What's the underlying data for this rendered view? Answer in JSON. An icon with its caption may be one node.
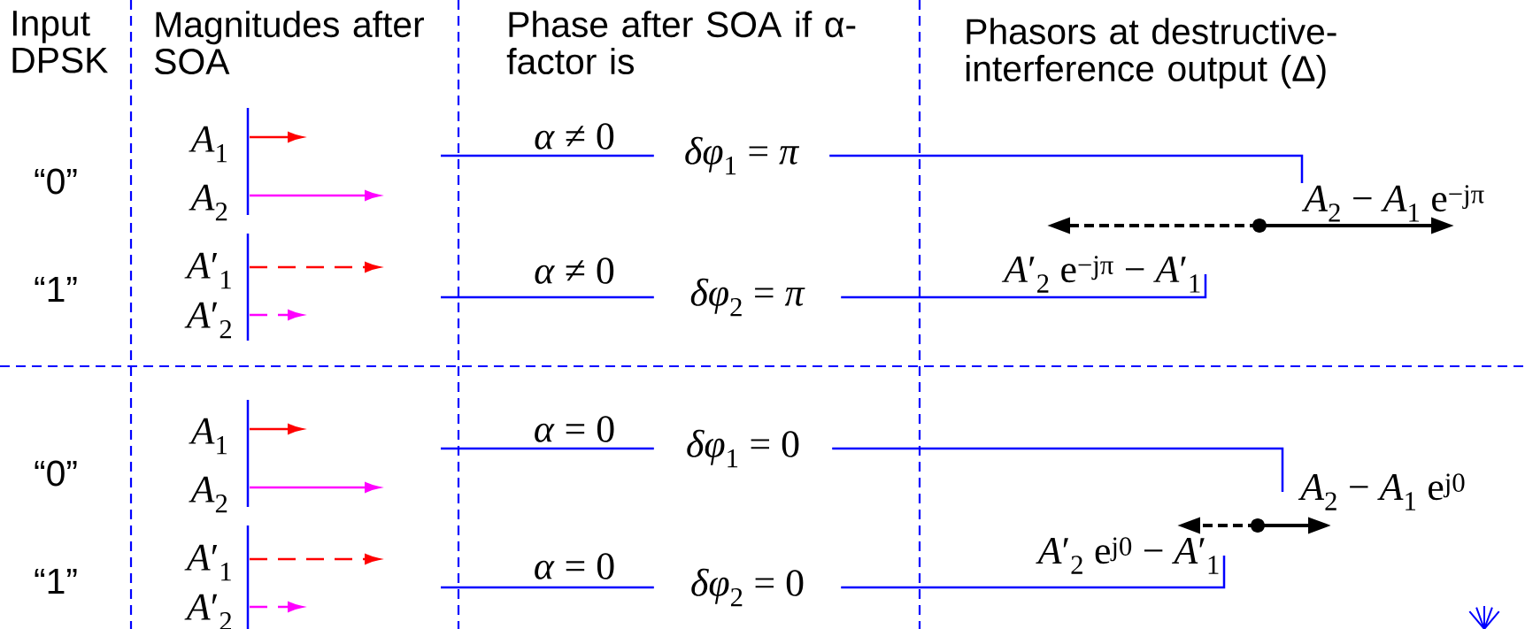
{
  "diagram": {
    "nodes": [
      {
        "text": [
          "*δφ*$_{1}$ = *π*"
        ]
      },
      {
        "text": [
          "*A*$_{2}$ − *A*$_{1}$ e$^{−jπ}$"
        ]
      },
      {
        "text": [
          "*A*′$_{2}$ e$^{−jπ}$ − *A*′$_{1}$"
        ]
      },
      {
        "text": [
          "*δφ*$_{2}$ = *π*"
        ]
      },
      {
        "text": [
          "*δφ*$_{1}$ = 0"
        ]
      },
      {
        "text": [
          "*A*$_{2}$ − *A*$_{1}$ e$^{j0}$"
        ]
      },
      {
        "text": [
          "*A*′$_{2}$ e$^{j0}$ − *A*′$_{1}$"
        ]
      },
      {
        "text": [
          "*δφ*$_{2}$ = 0"
        ]
      },
      {
        "text": [],
        "shape": "picture"
      },
      {
        "text": [],
        "shape": "picture"
      }
    ],
    "edges": [
      {
        "from": null,
        "to": 0,
        "arrow": "none",
        "label": "*α* ≠ 0"
      },
      {
        "from": 0,
        "to": 1,
        "arrow": "none"
      },
      {
        "from": null,
        "to": 3,
        "arrow": "none",
        "label": "*α* ≠ 0"
      },
      {
        "from": 3,
        "to": 2,
        "arrow": "none"
      },
      {
        "from": null,
        "to": 4,
        "arrow": "none",
        "label": "*α* = 0"
      },
      {
        "from": 4,
        "to": 5,
        "arrow": "none"
      },
      {
        "from": null,
        "to": 7,
        "arrow": "none",
        "label": "*α* = 0"
      },
      {
        "from": 7,
        "to": 6,
        "arrow": "none"
      }
    ],
    "labels": [
      "Input DPSK",
      "Magnitudes after SOA",
      "Phase after SOA if α-factor is",
      "Phasors at destructive-interference output (Δ)",
      "*A*$_{1}$",
      "“0”",
      "*A*$_{2}$",
      "*A*′$_{1}$",
      "“1”",
      "*A*′$_{2}$",
      "*A*$_{1}$",
      "“0”",
      "*A*$_{2}$",
      "*A*′$_{1}$",
      "“1”",
      "*A*′$_{2}$"
    ]
  }
}
